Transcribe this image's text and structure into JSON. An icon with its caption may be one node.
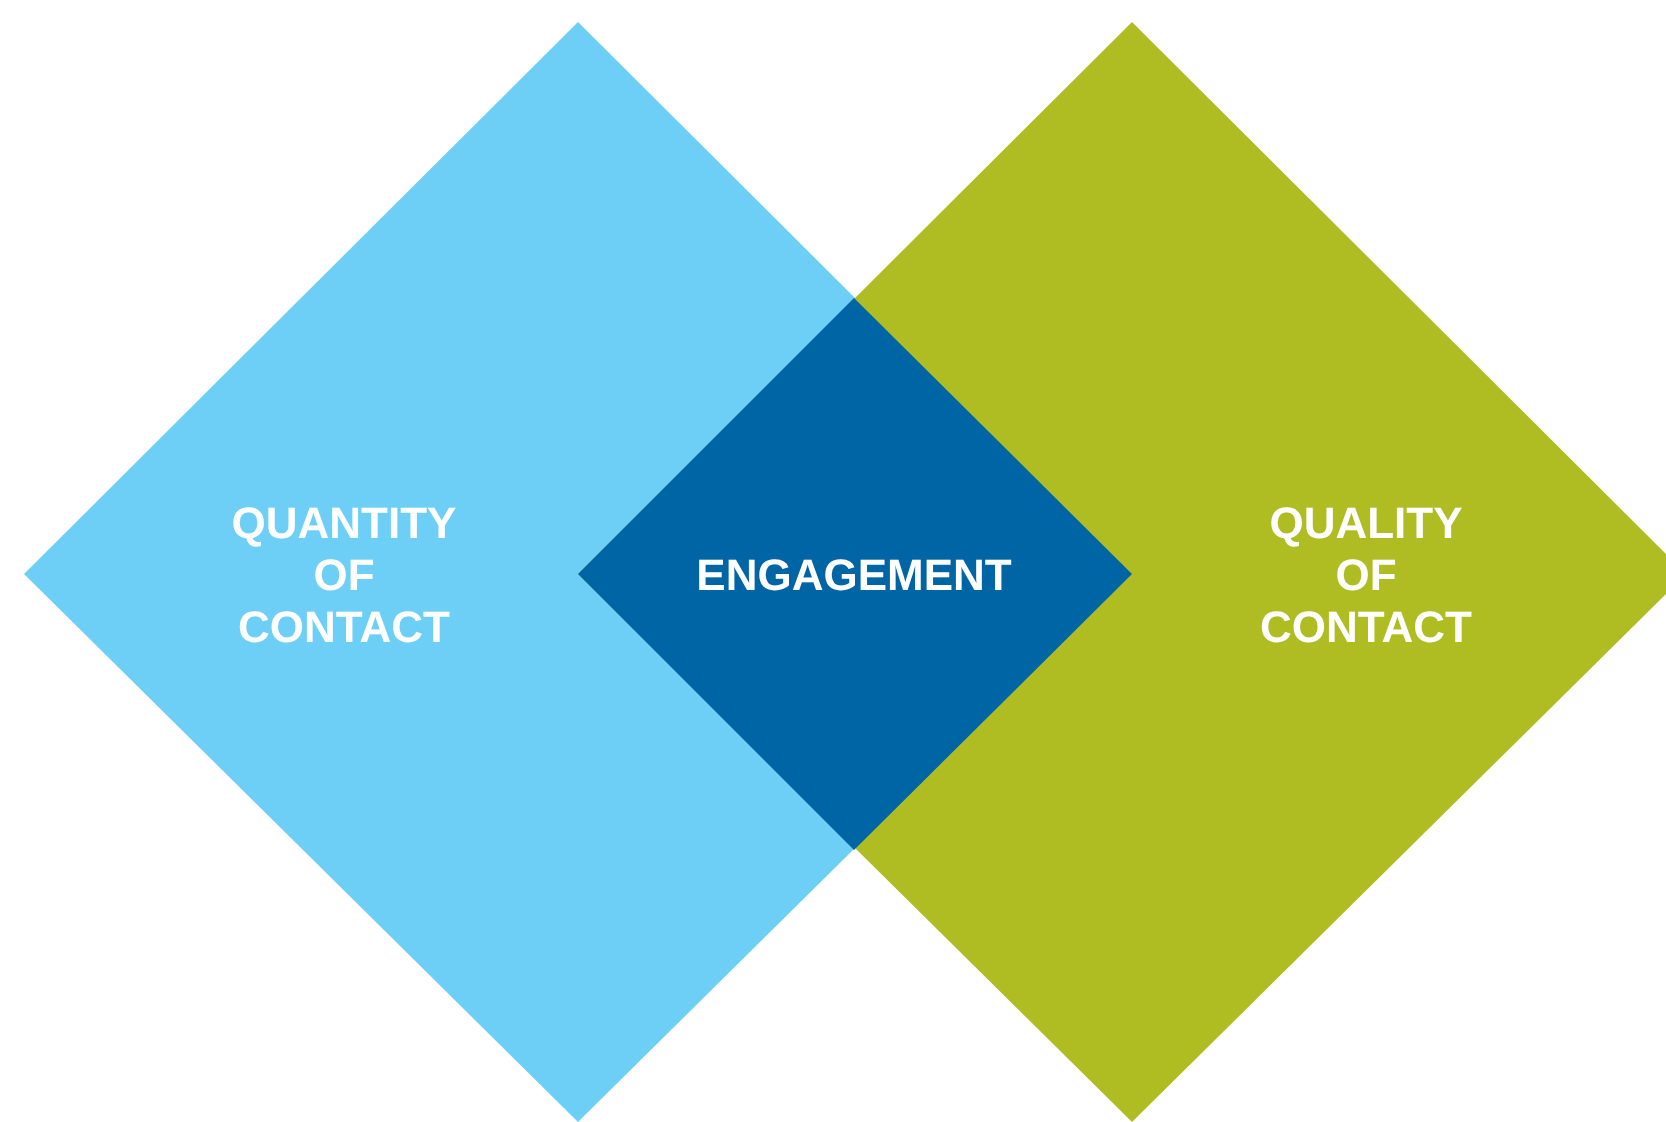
{
  "diagram": {
    "nodes": [
      {
        "text": [
          "QUANTITY OF CONTACT"
        ]
      },
      {
        "text": [
          "QUALITY OF CONTACT"
        ]
      },
      {
        "text": [
          "ENGAGEMENT"
        ]
      }
    ]
  }
}
